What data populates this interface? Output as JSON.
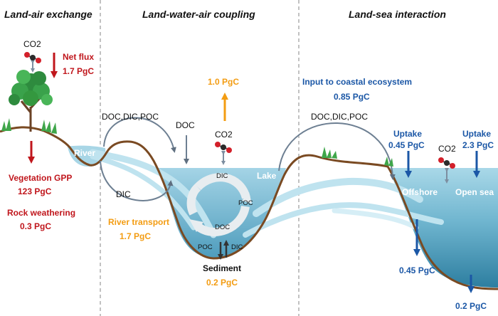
{
  "sections": {
    "land_air": "Land-air exchange",
    "land_water_air": "Land-water-air coupling",
    "land_sea": "Land-sea interaction"
  },
  "land_air": {
    "co2": "CO2",
    "net_flux_label": "Net flux",
    "net_flux_value": "1.7 PgC",
    "gpp_label": "Vegetation GPP",
    "gpp_value": "123 PgC",
    "weathering_label": "Rock weathering",
    "weathering_value": "0.3 PgC"
  },
  "water": {
    "river": "River",
    "lake": "Lake",
    "lake_co2": "CO2",
    "lake_outgas_value": "1.0 PgC",
    "doc_dic_poc_top": "DOC,DIC,POC",
    "doc": "DOC",
    "dic_bottom": "DIC",
    "dic_surface": "DIC",
    "poc_cycle": "POC",
    "doc_cycle": "DOC",
    "poc_sediment": "POC",
    "dic_sediment": "DIC",
    "river_transport_label": "River transport",
    "river_transport_value": "1.7 PgC",
    "sediment_label": "Sediment",
    "sediment_value": "0.2 PgC"
  },
  "sea": {
    "input_label": "Input to coastal ecosystem",
    "input_value": "0.85 PgC",
    "doc_dic_poc": "DOC,DIC,POC",
    "uptake_left_label": "Uptake",
    "uptake_left_value": "0.45 PgC",
    "uptake_right_label": "Uptake",
    "uptake_right_value": "2.3 PgC",
    "co2": "CO2",
    "offshore": "Offshore",
    "open_sea": "Open sea",
    "export_value": "0.45 PgC",
    "deep_value": "0.2 PgC"
  },
  "colors": {
    "red": "#c0161c",
    "orange": "#f39c12",
    "blue": "#1b57a6",
    "water": "#8cc9dd",
    "deep_water": "#3a8bab",
    "soil": "#8a5a2b",
    "gray_arrow": "#5f6f80"
  },
  "icons": [
    "co2-molecule-icon",
    "tree-icon",
    "grass-icon"
  ]
}
